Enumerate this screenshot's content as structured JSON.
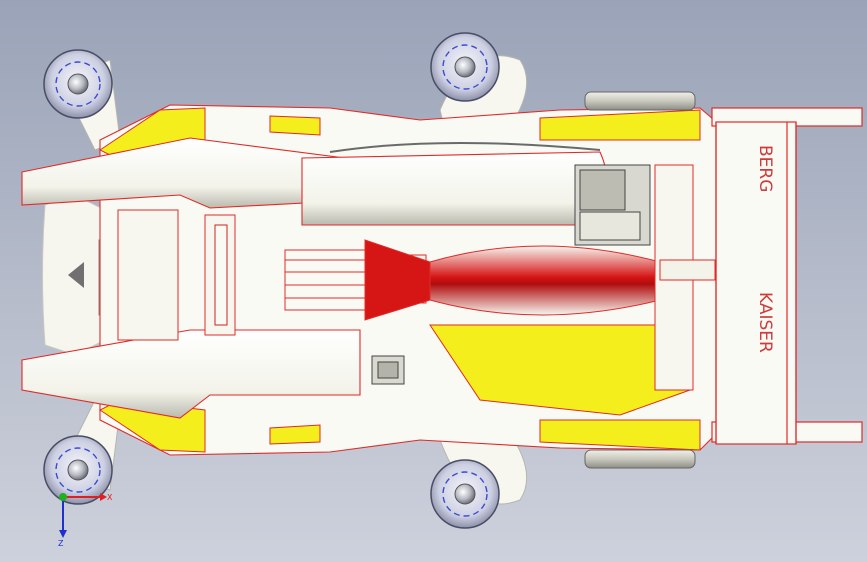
{
  "rear_wing": {
    "text_top": "BERG",
    "text_bottom": "KAISER"
  },
  "triad": {
    "x_label": "X",
    "z_label": "Z"
  },
  "colors": {
    "background_top": "#9aa3b8",
    "background_bottom": "#cdd1dc",
    "body_white": "#fafaf4",
    "accent_yellow": "#f4ee1c",
    "accent_red": "#d61515",
    "edge_red": "#e02a2a",
    "axis_x": "#e02020",
    "axis_y": "#20b020",
    "axis_z": "#2030d0"
  },
  "icons": {
    "wheel": "wheel-icon",
    "triad": "coordinate-triad-icon"
  }
}
